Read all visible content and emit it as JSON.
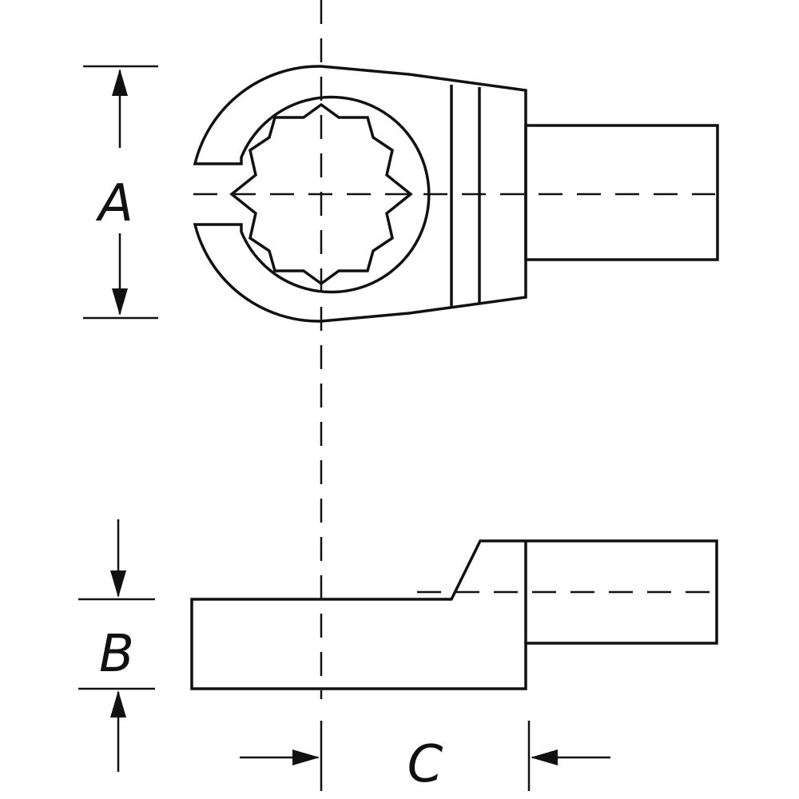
{
  "dimensions": {
    "a_label": "A",
    "b_label": "B",
    "c_label": "C"
  },
  "colors": {
    "line": "#111111",
    "background": "#ffffff"
  }
}
